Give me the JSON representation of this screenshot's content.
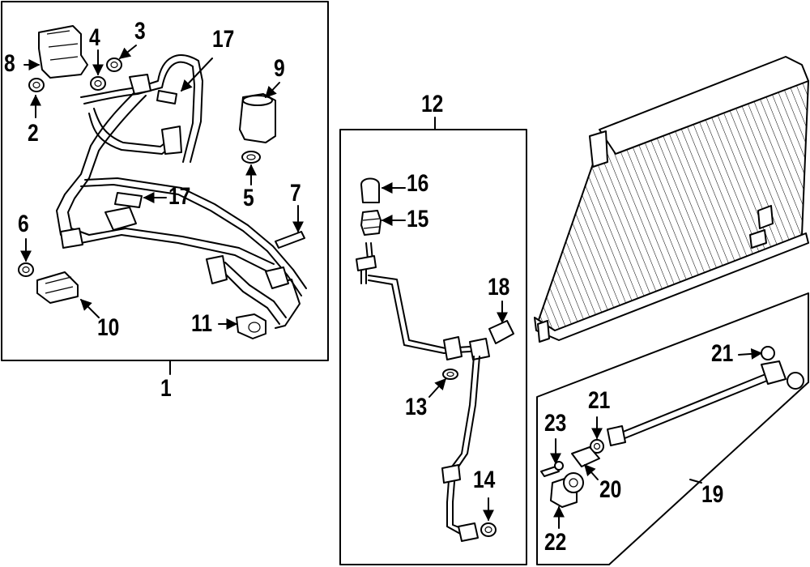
{
  "diagram": {
    "callouts": [
      {
        "id": "c1",
        "text": "1"
      },
      {
        "id": "c2",
        "text": "2"
      },
      {
        "id": "c3",
        "text": "3"
      },
      {
        "id": "c4",
        "text": "4"
      },
      {
        "id": "c5",
        "text": "5"
      },
      {
        "id": "c6",
        "text": "6"
      },
      {
        "id": "c7",
        "text": "7"
      },
      {
        "id": "c8",
        "text": "8"
      },
      {
        "id": "c9",
        "text": "9"
      },
      {
        "id": "c10",
        "text": "10"
      },
      {
        "id": "c11",
        "text": "11"
      },
      {
        "id": "c12",
        "text": "12"
      },
      {
        "id": "c13",
        "text": "13"
      },
      {
        "id": "c14",
        "text": "14"
      },
      {
        "id": "c15",
        "text": "15"
      },
      {
        "id": "c16",
        "text": "16"
      },
      {
        "id": "c17a",
        "text": "17"
      },
      {
        "id": "c17b",
        "text": "17"
      },
      {
        "id": "c18",
        "text": "18"
      },
      {
        "id": "c19",
        "text": "19"
      },
      {
        "id": "c20",
        "text": "20"
      },
      {
        "id": "c21a",
        "text": "21"
      },
      {
        "id": "c21b",
        "text": "21"
      },
      {
        "id": "c22",
        "text": "22"
      },
      {
        "id": "c23",
        "text": "23"
      }
    ]
  }
}
